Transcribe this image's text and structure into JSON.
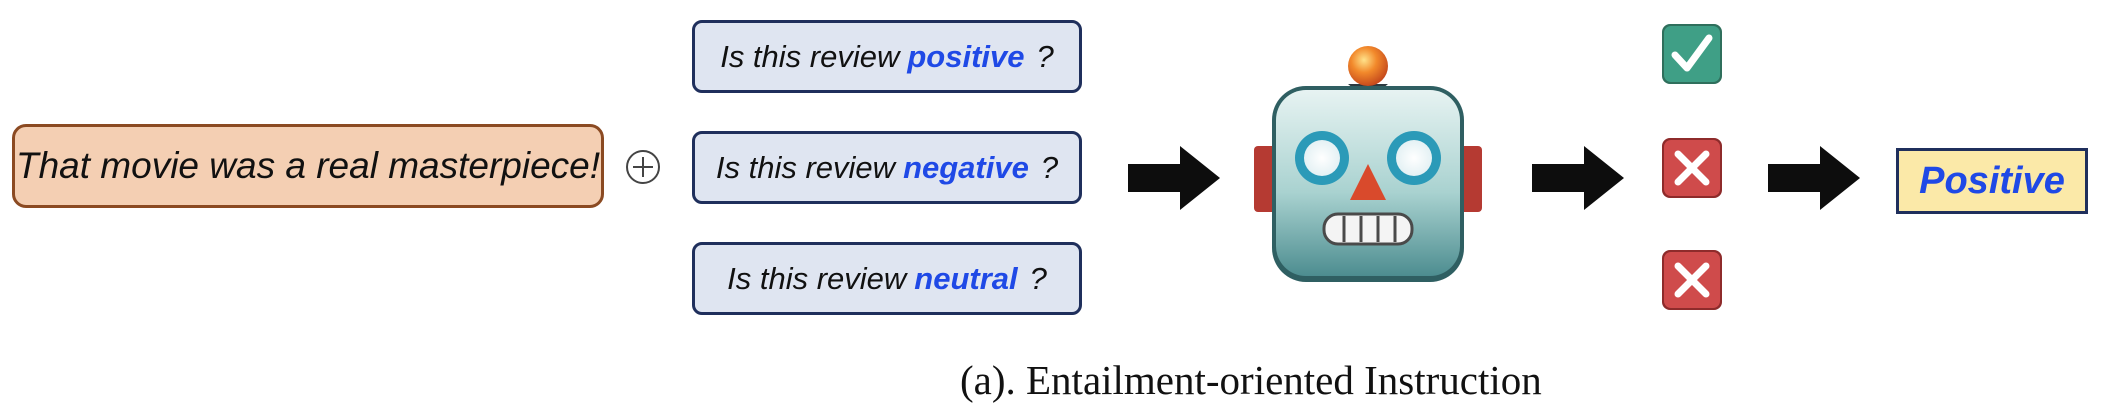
{
  "input": {
    "text": "That movie was a real masterpiece!"
  },
  "questions": [
    {
      "prefix": "Is this review",
      "keyword": "positive",
      "suffix": "?"
    },
    {
      "prefix": "Is this review",
      "keyword": "negative",
      "suffix": "?"
    },
    {
      "prefix": "Is this review",
      "keyword": "neutral",
      "suffix": "?"
    }
  ],
  "results": [
    "check-icon",
    "cross-icon",
    "cross-icon"
  ],
  "output": {
    "label": "Positive"
  },
  "caption": "(a). Entailment-oriented Instruction",
  "colors": {
    "input_fill": "#f4cfb3",
    "input_border": "#8b4a22",
    "question_fill": "#dfe5f1",
    "question_border": "#1f2f5c",
    "keyword": "#1f49e6",
    "output_fill": "#fbe9a8",
    "check_fill": "#3f9f86",
    "cross_fill": "#cf4b4b"
  }
}
